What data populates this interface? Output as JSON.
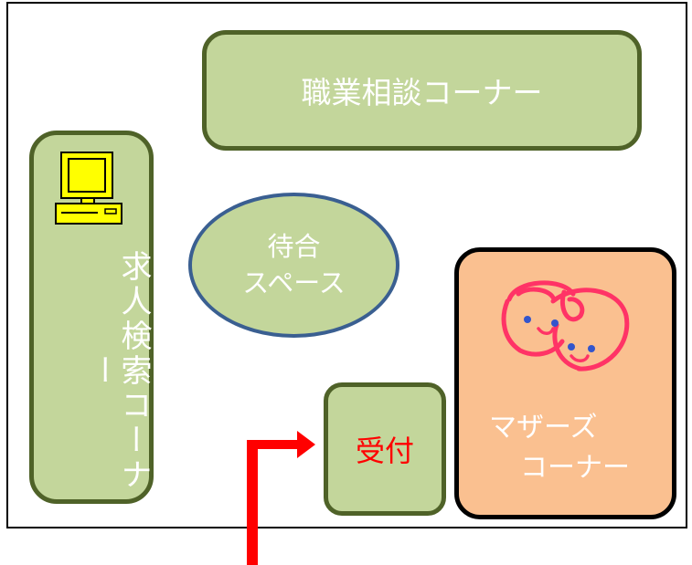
{
  "areas": {
    "career_corner": "職業相談コーナー",
    "job_search_corner": "求人検索コーナー",
    "waiting_space_line1": "待合",
    "waiting_space_line2": "スペース",
    "reception": "受付",
    "mothers_corner_line1": "マザーズ",
    "mothers_corner_line2": "コーナー"
  },
  "colors": {
    "area_fill": "#c3d69b",
    "area_border": "#4f6228",
    "mothers_fill": "#fac090",
    "arrow": "#ff0000",
    "reception_text": "#ff0000",
    "waiting_border": "#3a5f91"
  },
  "icons": {
    "computer": "computer-icon",
    "mother_child": "mother-child-faces-icon",
    "entrance_arrow": "entrance-arrow-icon"
  }
}
